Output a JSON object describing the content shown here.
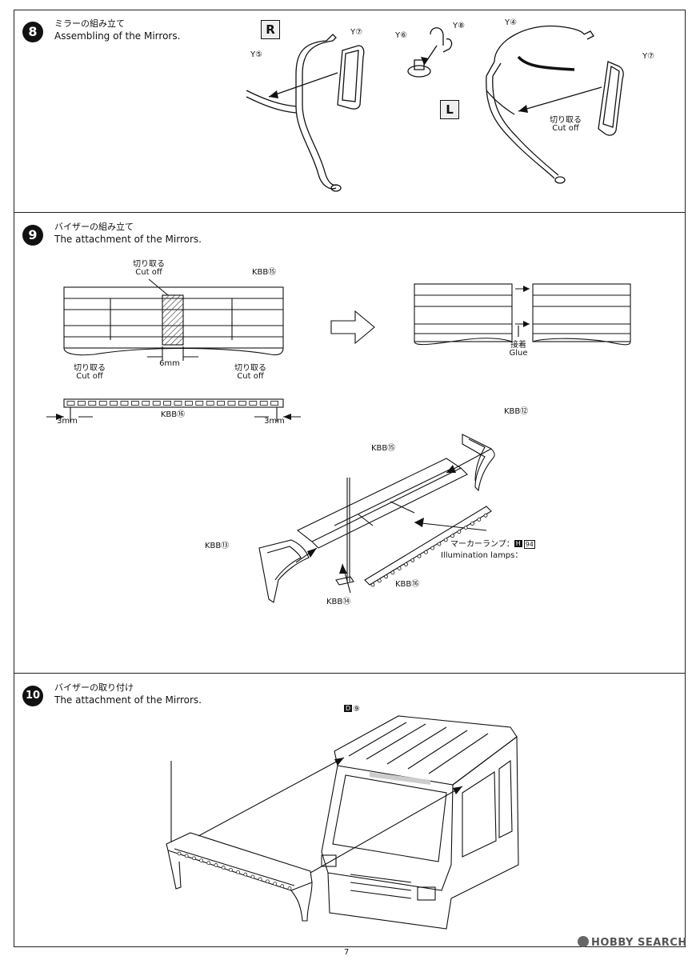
{
  "page_number": "7",
  "watermark": "HOBBY SEARCH",
  "step8": {
    "number": "8",
    "title_jp": "ミラーの組み立て",
    "title_en": "Assembling of the Mirrors.",
    "right_label": "R",
    "left_label": "L",
    "part_y7_r": "Y⑦",
    "part_y5": "Y⑤",
    "part_y6": "Y⑥",
    "part_y8": "Y⑧",
    "part_y4": "Y④",
    "part_y7_l": "Y⑦",
    "cutoff_jp": "切り取る",
    "cutoff_en": "Cut off"
  },
  "step9": {
    "number": "9",
    "title_jp": "バイザーの組み立て",
    "title_en": "The attachment of the Mirrors.",
    "cut_jp_1": "切り取る",
    "cut_en_1": "Cut off",
    "part_kbb15_a": "KBB⑮",
    "dim_6mm": "6mm",
    "glue_jp": "接着",
    "glue_en": "Glue",
    "cut_jp_2": "切り取る",
    "cut_en_2": "Cut off",
    "cut_jp_3": "切り取る",
    "cut_en_3": "Cut off",
    "part_kbb16_a": "KBB⑯",
    "dim_3mm_l": "3mm",
    "dim_3mm_r": "3mm",
    "part_kbb12": "KBB⑫",
    "part_kbb15_b": "KBB⑮",
    "part_kbb13": "KBB⑬",
    "part_kbb14": "KBB⑭",
    "part_kbb16_b": "KBB⑯",
    "lamps_jp": "マーカーランプ：",
    "lamps_en": "Illumination lamps：",
    "lamps_tag": "H",
    "lamps_num": "94"
  },
  "step10": {
    "number": "10",
    "title_jp": "バイザーの取り付け",
    "title_en": "The attachment of the Mirrors.",
    "part_d9_tag": "D",
    "part_d9_num": "⑨"
  }
}
